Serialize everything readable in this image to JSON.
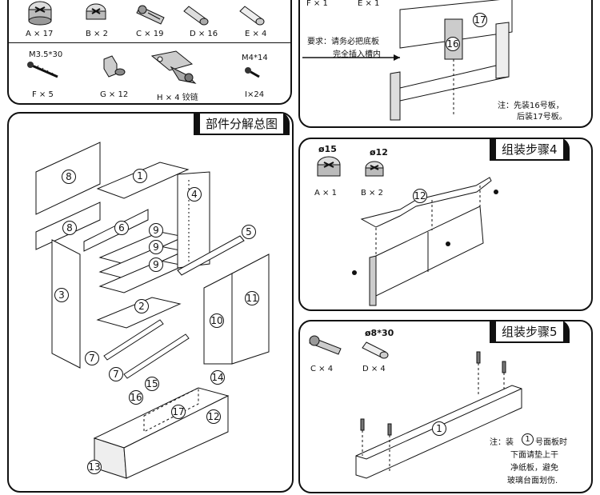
{
  "hardware_top": {
    "items": [
      {
        "label": "A × 17"
      },
      {
        "label": "B × 2"
      },
      {
        "label": "C × 19"
      },
      {
        "label": "D × 16"
      },
      {
        "label": "E × 4"
      }
    ],
    "items2": [
      {
        "spec": "M3.5*30",
        "label": "F × 5"
      },
      {
        "spec": "",
        "label": "G × 12"
      },
      {
        "spec": "",
        "label": "H × 4 铰链"
      },
      {
        "spec": "M4*14",
        "label": "I×24"
      }
    ]
  },
  "step_top_right": {
    "counts": [
      "F × 1",
      "E × 1"
    ],
    "note_lines": [
      "要求：请务必把底板",
      "完全插入槽内"
    ],
    "tip_lines": [
      "注：先装16号板，",
      "后装17号板。"
    ],
    "parts": [
      "17",
      "16"
    ]
  },
  "exploded": {
    "title": "部件分解总图",
    "parts": [
      "8",
      "1",
      "8",
      "6",
      "4",
      "9",
      "9",
      "9",
      "5",
      "3",
      "2",
      "11",
      "10",
      "7",
      "7",
      "15",
      "14",
      "16",
      "17",
      "12",
      "13"
    ]
  },
  "step4": {
    "title": "组装步骤4",
    "hw": [
      {
        "dia": "ø15",
        "label": "A × 1"
      },
      {
        "dia": "ø12",
        "label": "B × 2"
      }
    ],
    "part": "12"
  },
  "step5": {
    "title": "组装步骤5",
    "hw": [
      {
        "dia": "",
        "label": "C × 4"
      },
      {
        "dia": "ø8*30",
        "label": "D × 4"
      }
    ],
    "part": "1",
    "note_lines": [
      "注：装",
      "号面板时",
      "下面请垫上干",
      "净纸板，避免",
      "玻璃台面划伤."
    ],
    "note_part": "1"
  }
}
